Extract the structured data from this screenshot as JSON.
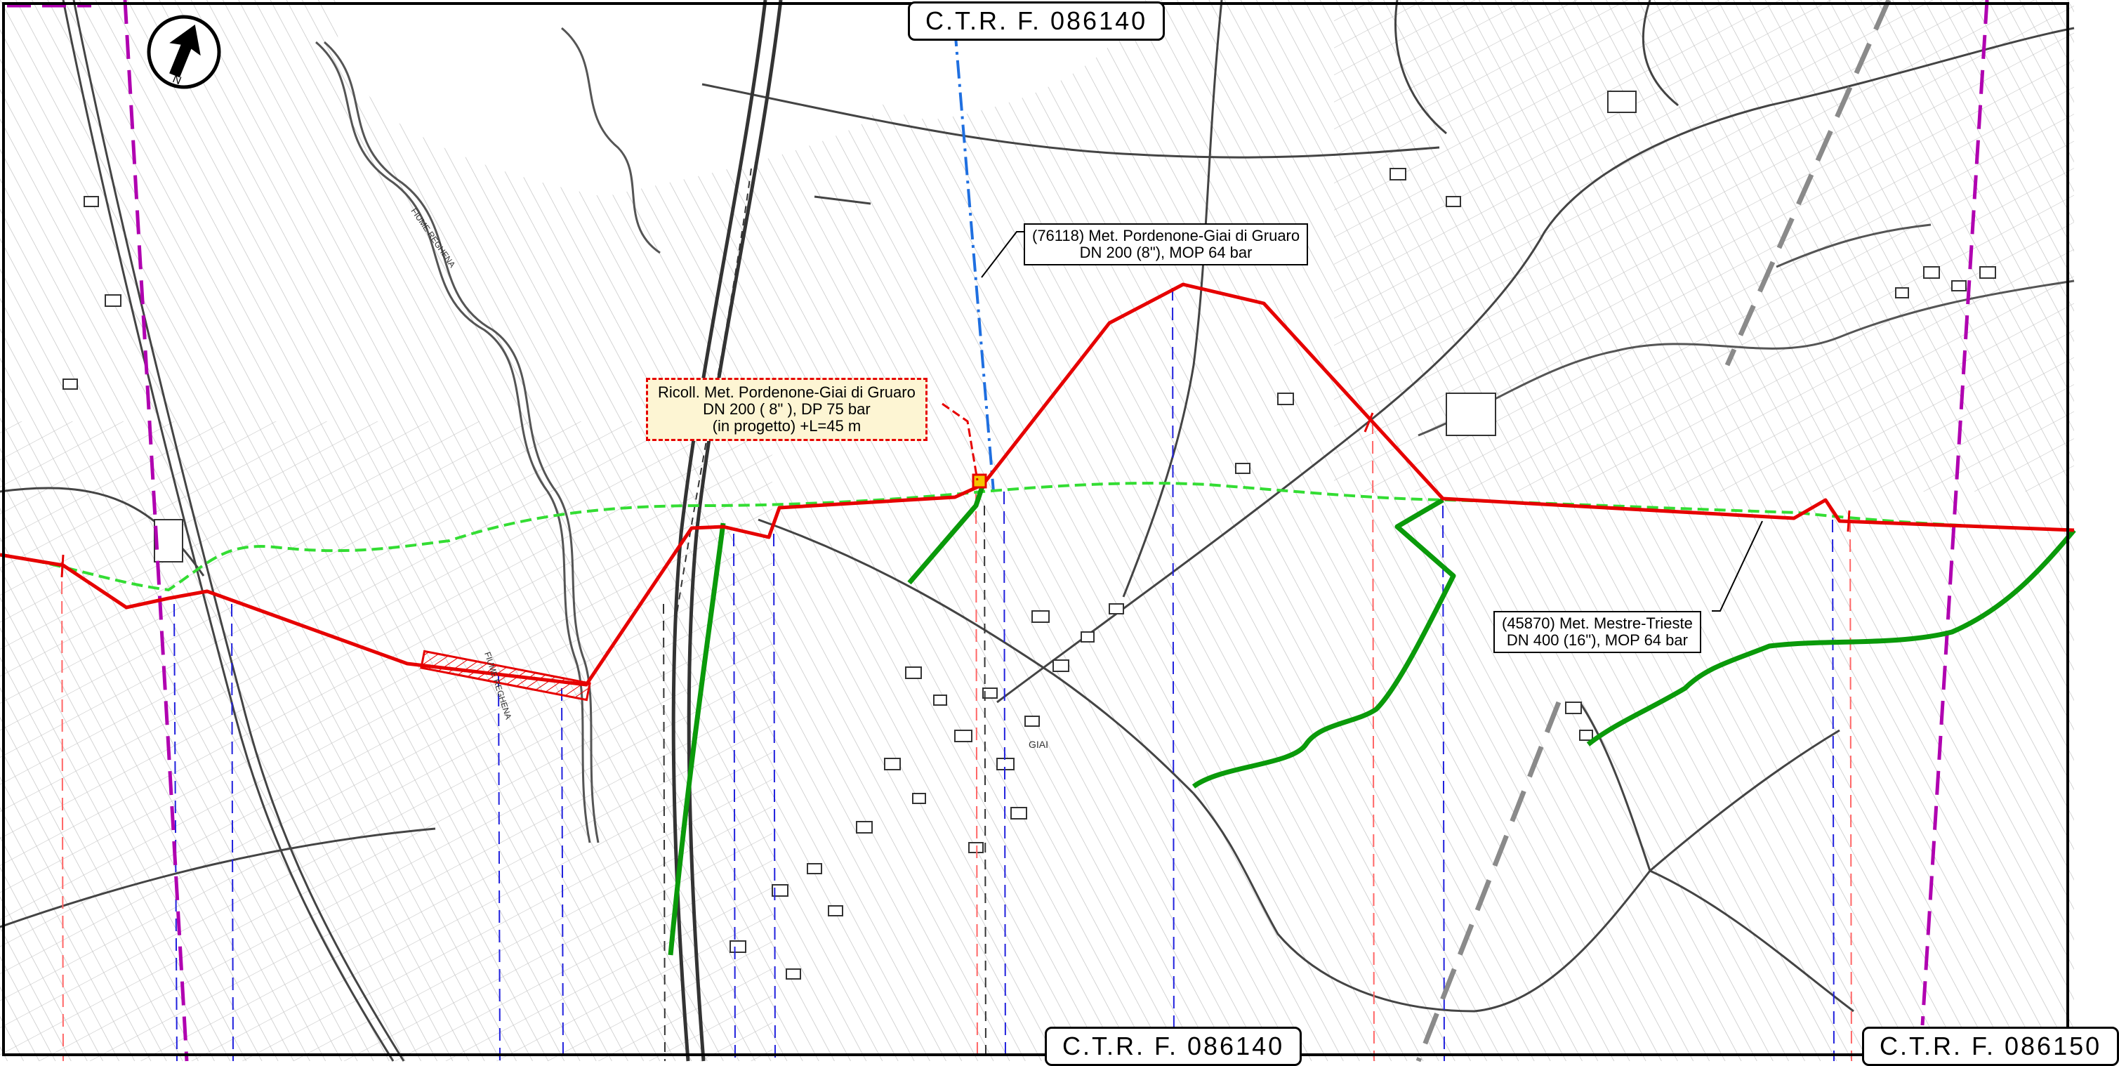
{
  "sheets": {
    "top": "C.T.R.  F.  086140",
    "bottom_left": "C.T.R.  F.  086140",
    "bottom_right": "C.T.R.  F.  086150"
  },
  "callouts": {
    "pipeline_76118": {
      "line1": "(76118) Met. Pordenone-Giai di Gruaro",
      "line2": "DN 200 (8\"), MOP 64 bar"
    },
    "pipeline_45870": {
      "line1": "(45870) Met. Mestre-Trieste",
      "line2": "DN 400 (16\"), MOP 64 bar"
    },
    "reconnection": {
      "line1": "Ricoll. Met. Pordenone-Giai di Gruaro",
      "line2": "DN 200 ( 8\" ), DP 75 bar",
      "line3": "(in progetto) +L=45 m"
    }
  },
  "north_arrow": {
    "letter": "N",
    "icon": "north-arrow-icon"
  },
  "place_labels": {
    "giai": "GIAI",
    "river_reghena": "FIUME REGHENA"
  },
  "colors": {
    "route_red": "#e60000",
    "existing_green": "#0a9a0a",
    "dashed_green": "#33dd33",
    "boundary_purple": "#b000b0",
    "section_blue": "#2020dd",
    "section_red": "#ff6666",
    "cadastral_gray": "#888888",
    "map_lines": "#444444"
  }
}
